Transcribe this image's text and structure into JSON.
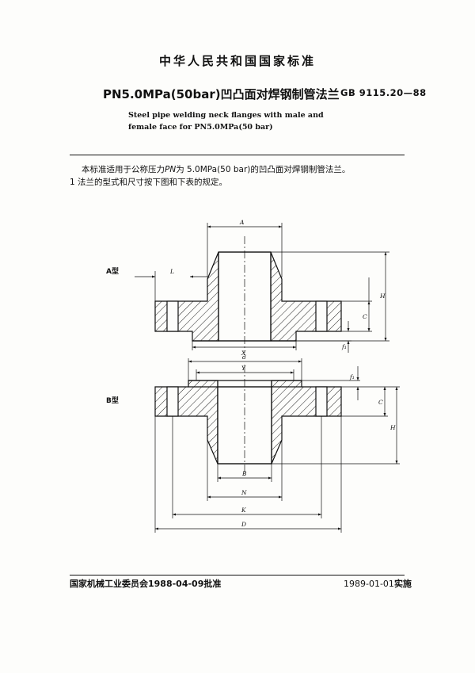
{
  "header": {
    "national_standard": "中华人民共和国国家标准",
    "title_cn": "PN5.0MPa(50bar)凹凸面对焊钢制管法兰",
    "standard_code": "GB 9115.20—88",
    "title_en_line1": "Steel pipe welding neck flanges with male and",
    "title_en_line2": "female face for PN5.0MPa(50 bar)"
  },
  "body": {
    "scope_prefix": "本标准适用于公称压力",
    "scope_symbol": "PN",
    "scope_suffix": "为 5.0MPa(50 bar)的凹凸面对焊钢制管法兰。",
    "clause_1": "1  法兰的型式和尺寸按下图和下表的规定。"
  },
  "drawing": {
    "type_a_label": "A型",
    "type_b_label": "B型",
    "dim_labels": {
      "A": "A",
      "L": "L",
      "H_a": "H",
      "C_a": "C",
      "f1_a": "f₁",
      "X": "X",
      "d": "d",
      "Y": "Y",
      "f1_b": "f₁",
      "C_b": "C",
      "H_b": "H",
      "B": "B",
      "N": "N",
      "K": "K",
      "D": "D"
    }
  },
  "footer": {
    "approval": "国家机械工业委员会1988-04-09批准",
    "implementation_date": "1989-01-01",
    "implementation_suffix": "实施"
  }
}
